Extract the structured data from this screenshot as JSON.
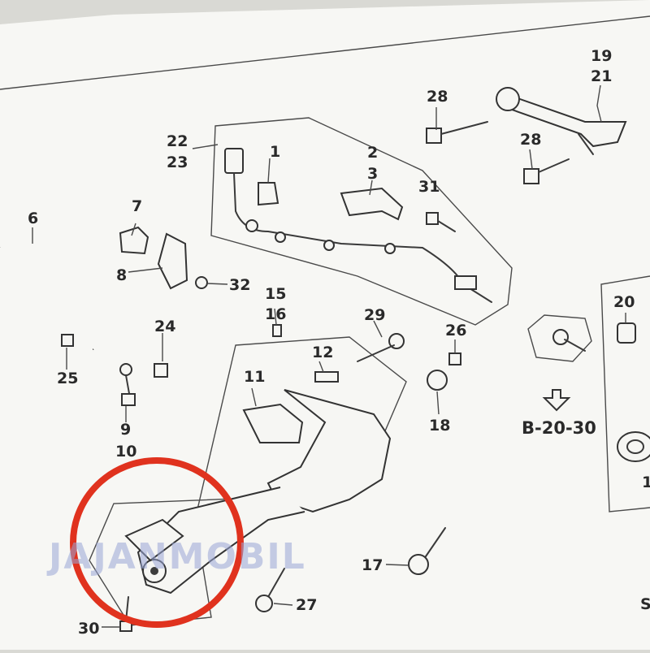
{
  "diagram": {
    "callouts": [
      "1",
      "2",
      "3",
      "6",
      "7",
      "8",
      "9",
      "10",
      "11",
      "12",
      "15",
      "16",
      "17",
      "18",
      "19",
      "20",
      "21",
      "22",
      "23",
      "24",
      "25",
      "26",
      "27",
      "28",
      "28",
      "29",
      "30",
      "31",
      "32"
    ],
    "reference_label": "B-20-30",
    "watermark": "JAJANMOBIL",
    "partial_label": "S",
    "partial_number": "1",
    "highlight_color": "#e0321e",
    "paper_color": "#f7f7f4",
    "ink_color": "#333333"
  }
}
